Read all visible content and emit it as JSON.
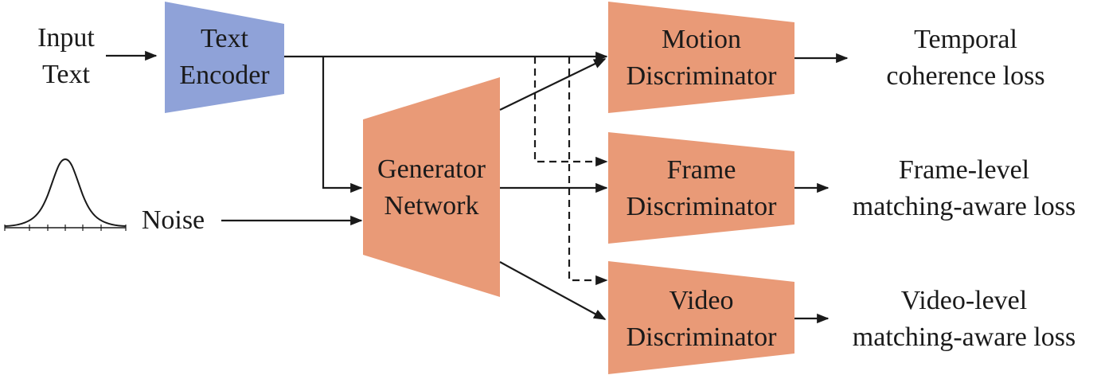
{
  "inputs": {
    "input_text": [
      "Input",
      "Text"
    ],
    "noise": "Noise"
  },
  "blocks": {
    "text_encoder": [
      "Text",
      "Encoder"
    ],
    "generator": [
      "Generator",
      "Network"
    ],
    "motion_discriminator": [
      "Motion",
      "Discriminator"
    ],
    "frame_discriminator": [
      "Frame",
      "Discriminator"
    ],
    "video_discriminator": [
      "Video",
      "Discriminator"
    ]
  },
  "outputs": {
    "temporal": [
      "Temporal",
      "coherence loss"
    ],
    "frame": [
      "Frame-level",
      "matching-aware loss"
    ],
    "video": [
      "Video-level",
      "matching-aware loss"
    ]
  },
  "colors": {
    "encoder": "#8fa2d8",
    "generator_disc": "#e99a77",
    "line": "#1a1a1a"
  }
}
